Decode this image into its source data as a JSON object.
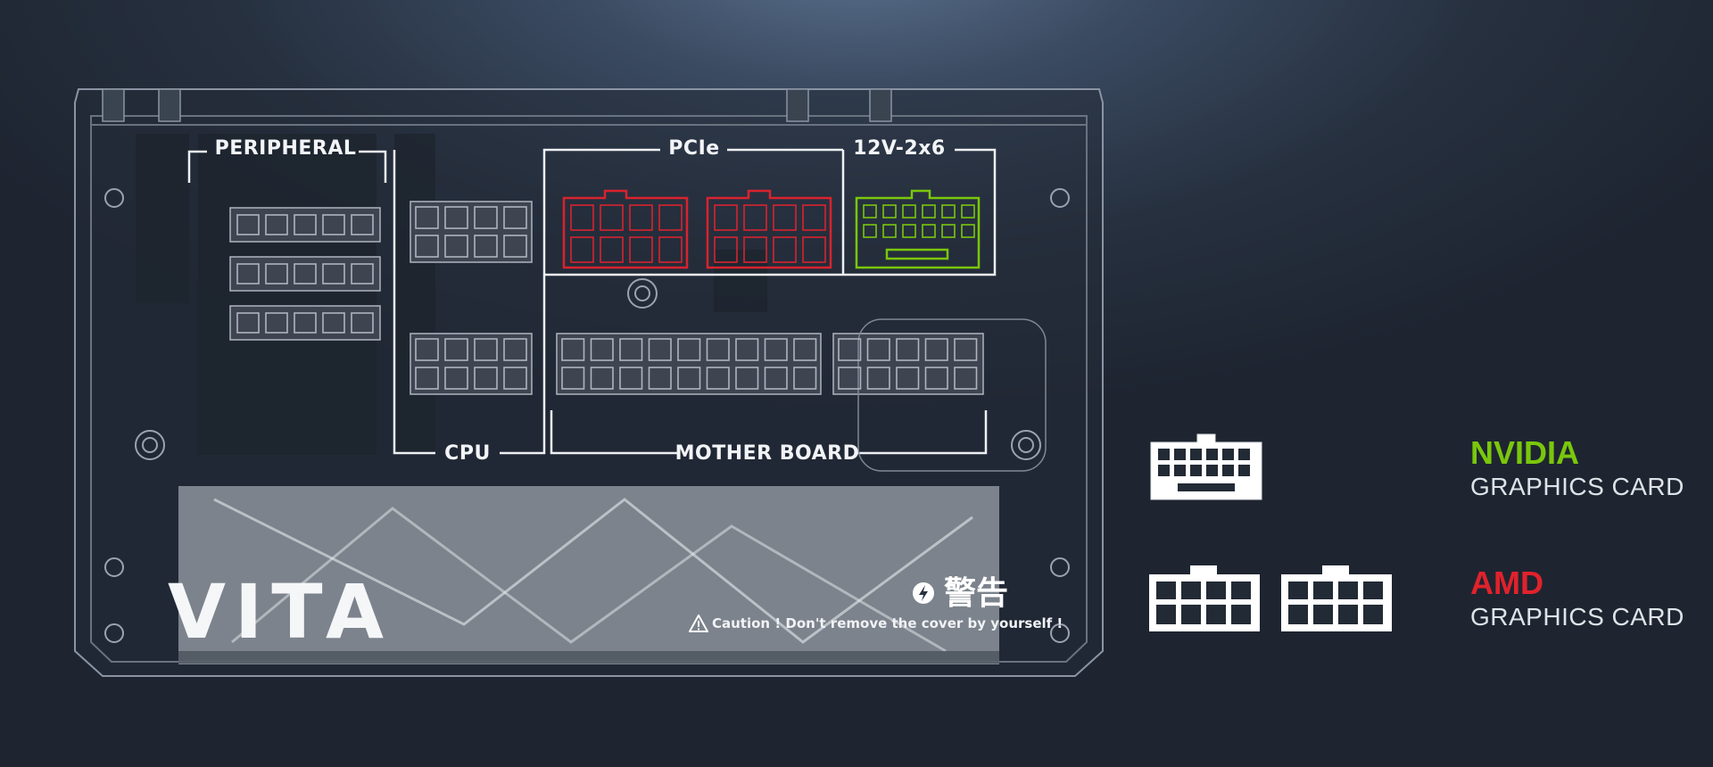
{
  "labels": {
    "peripheral": "PERIPHERAL",
    "pcie": "PCIe",
    "pcie_12v": "12V-2x6",
    "cpu": "CPU",
    "motherboard": "MOTHER BOARD"
  },
  "brand": {
    "logo": "VITA"
  },
  "warning": {
    "title": "警告",
    "text": "Caution ! Don't remove the cover by yourself !"
  },
  "legend": [
    {
      "brand": "NVIDIA",
      "desc": "GRAPHICS CARD",
      "color": "#7ac70c",
      "icon": "12v-2x6-connector-icon"
    },
    {
      "brand": "AMD",
      "desc": "GRAPHICS CARD",
      "color": "#e1222b",
      "icon": "pcie-8pin-connector-icon"
    }
  ],
  "colors": {
    "nvidia": "#7ac70c",
    "amd": "#d8232f",
    "outline": "#c9ced6"
  }
}
